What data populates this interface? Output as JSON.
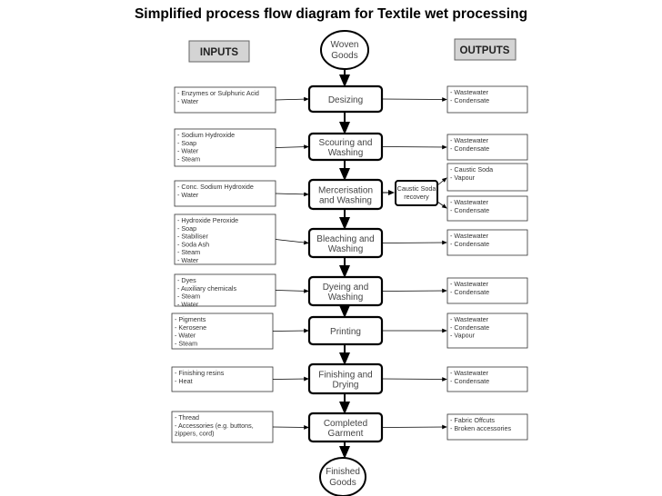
{
  "title": "Simplified process flow diagram for Textile wet processing",
  "headers": {
    "inputs": "INPUTS",
    "outputs": "OUTPUTS"
  },
  "start": [
    "Woven",
    "Goods"
  ],
  "end": [
    "Finished",
    "Goods"
  ],
  "recovery": [
    "Caustic Soda",
    "recovery"
  ],
  "steps": [
    {
      "name": [
        "Desizing"
      ],
      "inputs": [
        "- Enzymes or Sulphuric Acid",
        "- Water"
      ],
      "outputs": [
        "- Wastewater",
        "- Condensate"
      ]
    },
    {
      "name": [
        "Scouring and",
        "Washing"
      ],
      "inputs": [
        "- Sodium Hydroxide",
        "- Soap",
        "- Water",
        "- Steam"
      ],
      "outputs": [
        "- Wastewater",
        "- Condensate"
      ]
    },
    {
      "name": [
        "Mercerisation",
        "and Washing"
      ],
      "inputs": [
        "- Conc. Sodium Hydroxide",
        "- Water"
      ],
      "outputs_recovery": [
        "- Caustic Soda",
        "- Vapour"
      ],
      "outputs": [
        "- Wastewater",
        "- Condensate"
      ]
    },
    {
      "name": [
        "Bleaching and",
        "Washing"
      ],
      "inputs": [
        "- Hydroxide Peroxide",
        "- Soap",
        "- Stabiliser",
        "- Soda Ash",
        "- Steam",
        "- Water"
      ],
      "outputs": [
        "- Wastewater",
        "- Condensate"
      ]
    },
    {
      "name": [
        "Dyeing and",
        "Washing"
      ],
      "inputs": [
        "- Dyes",
        "- Auxiliary chemicals",
        "- Steam",
        "- Water"
      ],
      "outputs": [
        "- Wastewater",
        "- Condensate"
      ]
    },
    {
      "name": [
        "Printing"
      ],
      "inputs": [
        "- Pigments",
        "- Kerosene",
        "- Water",
        "- Steam"
      ],
      "outputs": [
        "- Wastewater",
        "- Condensate",
        "- Vapour"
      ]
    },
    {
      "name": [
        "Finishing and",
        "Drying"
      ],
      "inputs": [
        "- Finishing resins",
        "- Heat"
      ],
      "outputs": [
        "- Wastewater",
        "- Condensate"
      ]
    },
    {
      "name": [
        "Completed",
        "Garment"
      ],
      "inputs": [
        "- Thread",
        "- Accessories (e.g. buttons,",
        "zippers, cord)"
      ],
      "outputs": [
        "- Fabric Offcuts",
        "- Broken accessories"
      ]
    }
  ],
  "colors": {
    "header_fill": "#d4d4d4",
    "line": "#000000"
  }
}
